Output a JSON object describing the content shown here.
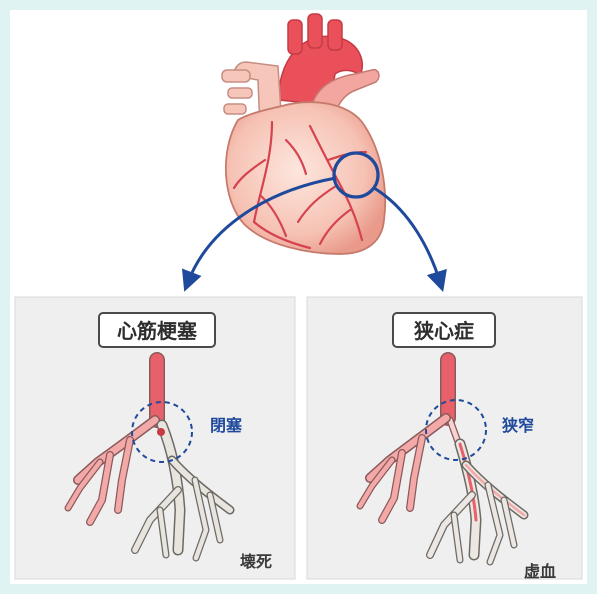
{
  "panels": [
    {
      "title": "心筋梗塞",
      "lesion_label": "閉塞",
      "outcome_label": "壊死"
    },
    {
      "title": "狭心症",
      "lesion_label": "狭窄",
      "outcome_label": "虚血"
    }
  ],
  "colors": {
    "background": "#dff3f3",
    "panel_bg": "#efefef",
    "artery_red": "#e8616a",
    "artery_pink": "#f4a9a9",
    "necrotic_gray": "#e8e5df",
    "circle_blue": "#1f4a9c",
    "label_blue": "#1f4a9c"
  }
}
